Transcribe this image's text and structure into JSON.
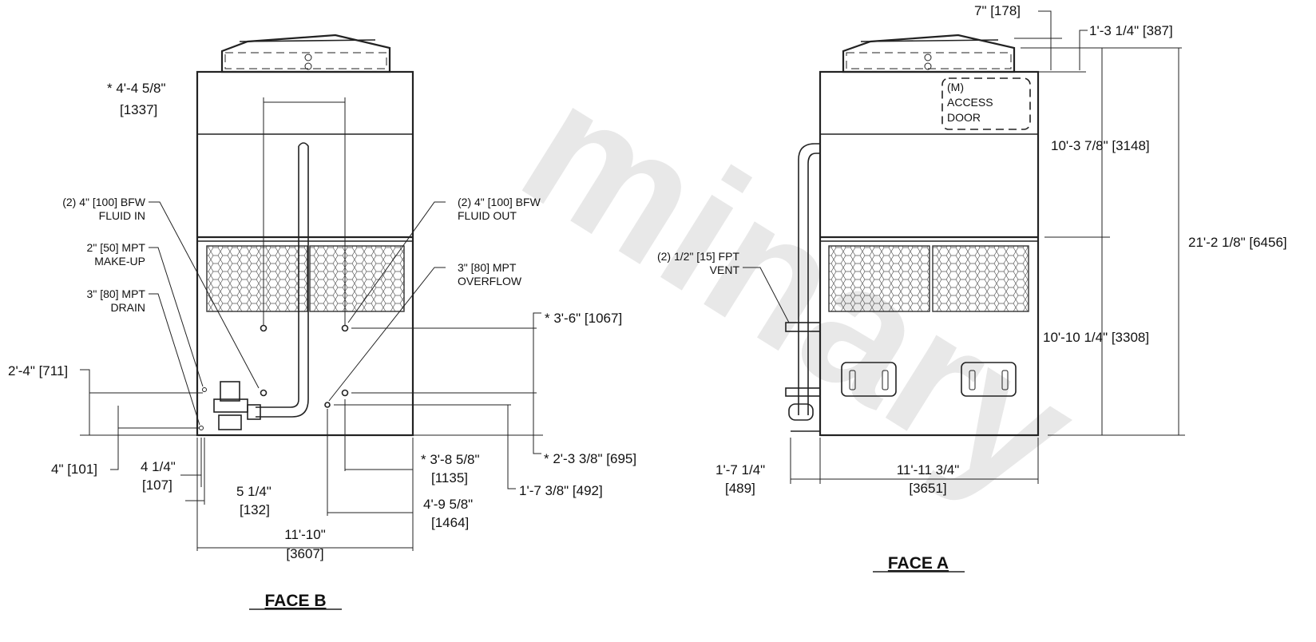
{
  "watermark": "minary",
  "face_b": {
    "title": "FACE B",
    "dims": {
      "d_4_4": "* 4'-4 5/8\"",
      "d_4_4_mm": "[1337]",
      "d_2_4": "2'-4\" [711]",
      "d_4in": "4\" [101]",
      "d_4_25": "4 1/4\"",
      "d_4_25_mm": "[107]",
      "d_5_25": "5 1/4\"",
      "d_5_25_mm": "[132]",
      "d_3_6": "* 3'-6\" [1067]",
      "d_3_8": "* 3'-8 5/8\"",
      "d_3_8_mm": "[1135]",
      "d_2_3": "* 2'-3 3/8\" [695]",
      "d_1_7": "1'-7 3/8\" [492]",
      "d_4_9": "4'-9 5/8\"",
      "d_4_9_mm": "[1464]",
      "d_11_10": "11'-10\"",
      "d_11_10_mm": "[3607]"
    },
    "notes": {
      "fluid_in_1": "(2) 4\" [100] BFW",
      "fluid_in_2": "FLUID IN",
      "makeup_1": "2\" [50] MPT",
      "makeup_2": "MAKE-UP",
      "drain_1": "3\" [80] MPT",
      "drain_2": "DRAIN",
      "fluid_out_1": "(2) 4\" [100] BFW",
      "fluid_out_2": "FLUID OUT",
      "overflow_1": "3\" [80] MPT",
      "overflow_2": "OVERFLOW"
    }
  },
  "face_a": {
    "title": "FACE A",
    "access_1": "(M)",
    "access_2": "ACCESS",
    "access_3": "DOOR",
    "vent_1": "(2) 1/2\" [15] FPT",
    "vent_2": "VENT",
    "dims": {
      "d_7": "7\" [178]",
      "d_1_3": "1'-3 1/4\" [387]",
      "d_10_3": "10'-3 7/8\" [3148]",
      "d_21_2": "21'-2 1/8\" [6456]",
      "d_10_10": "10'-10 1/4\" [3308]",
      "d_1_7": "1'-7 1/4\"",
      "d_1_7_mm": "[489]",
      "d_11_11": "11'-11 3/4\"",
      "d_11_11_mm": "[3651]"
    }
  }
}
